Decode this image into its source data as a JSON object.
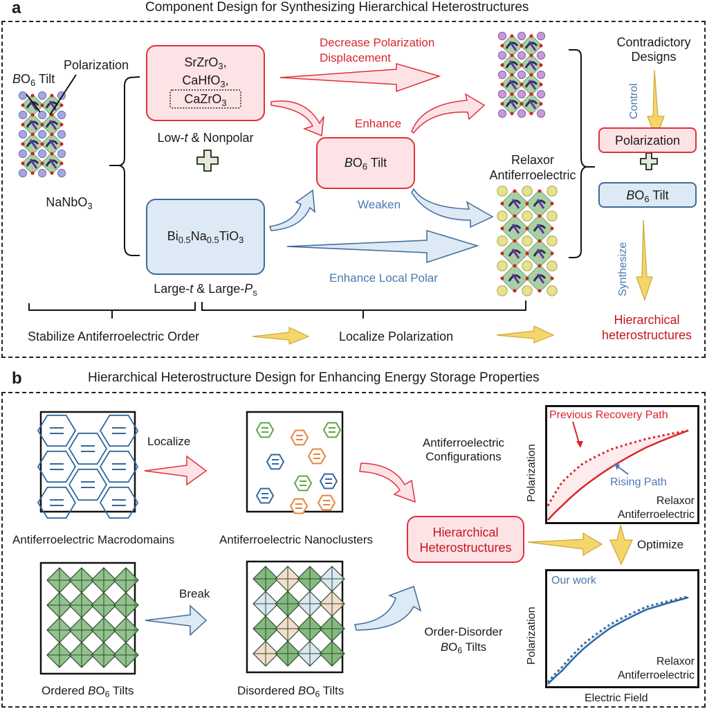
{
  "panel_a": {
    "letter": "a",
    "title": "Component Design for Synthesizing Hierarchical Heterostructures",
    "crystal_left": {
      "label_polarization": "Polarization",
      "label_bo6_tilt_B": "B",
      "label_bo6_tilt_O": "O",
      "label_bo6_tilt_sub": "6",
      "label_bo6_tilt_rest": " Tilt",
      "compound_main": "NaNbO",
      "compound_sub": "3"
    },
    "red_box": {
      "line1_main": "SrZrO",
      "line1_sub": "3",
      "line1_suffix": ",",
      "line2_main": "CaHfO",
      "line2_sub": "3",
      "line2_suffix": ",",
      "line3_main": "CaZrO",
      "line3_sub": "3",
      "caption_pre": "Low-",
      "caption_t": "t",
      "caption_post": " & Nonpolar"
    },
    "plus_symbol": "✚",
    "blue_box": {
      "p1": "Bi",
      "s1": "0.5",
      "p2": "Na",
      "s2": "0.5",
      "p3": "TiO",
      "s3": "3",
      "caption_pre": "Large-",
      "caption_t": "t",
      "caption_mid": " & Large-",
      "caption_P": "P",
      "caption_sub": "s"
    },
    "arrow_labels": {
      "decrease_line1": "Decrease Polarization",
      "decrease_line2": "Displacement",
      "enhance": "Enhance",
      "weaken": "Weaken",
      "enhance_local_polar": "Enhance Local Polar"
    },
    "center_box": {
      "B": "B",
      "O": "O",
      "sub": "6",
      "rest": " Tilt"
    },
    "relaxor_label_line1": "Relaxor",
    "relaxor_label_line2": "Antiferroelectric",
    "right_column": {
      "contradictory_line1": "Contradictory",
      "contradictory_line2": "Designs",
      "control": "Control",
      "polarization": "Polarization",
      "bo6_B": "B",
      "bo6_O": "O",
      "bo6_sub": "6",
      "bo6_rest": " Tilt",
      "synthesize": "Synthesize",
      "result_line1": "Hierarchical",
      "result_line2": "heterostructures"
    },
    "bottom_row": {
      "stabilize": "Stabilize Antiferroelectric Order",
      "localize": "Localize Polarization"
    }
  },
  "panel_b": {
    "letter": "b",
    "title": "Hierarchical Heterostructure Design for Enhancing Energy Storage Properties",
    "macrodomains_label": "Antiferroelectric Macrodomains",
    "localize_label": "Localize",
    "nanoclusters_label": "Antiferroelectric Nanoclusters",
    "configurations_line1": "Antiferroelectric",
    "configurations_line2": "Configurations",
    "hier_box_line1": "Hierarchical",
    "hier_box_line2": "Heterostructures",
    "ordered_label": {
      "pre": "Ordered ",
      "B": "B",
      "O": "O",
      "sub": "6",
      "post": " Tilts"
    },
    "break_label": "Break",
    "disordered_label": {
      "pre": "Disordered ",
      "B": "B",
      "O": "O",
      "sub": "6",
      "post": " Tilts"
    },
    "order_disorder_line1": "Order-Disorder",
    "order_disorder_line2": {
      "B": "B",
      "O": "O",
      "sub": "6",
      "post": " Tilts"
    },
    "optimize_label": "Optimize",
    "plot_top": {
      "title": "Previous Recovery Path",
      "rising": "Rising Path",
      "ylabel": "Polarization",
      "corner_line1": "Relaxor",
      "corner_line2": "Antiferroelectric"
    },
    "plot_bottom": {
      "title": "Our work",
      "ylabel": "Polarization",
      "xlabel": "Electric Field",
      "corner_line1": "Relaxor",
      "corner_line2": "Antiferroelectric"
    }
  },
  "colors": {
    "red": "#d9252b",
    "red_fill": "#fde3e6",
    "blue": "#4a78b0",
    "blue_fill": "#dde9f5",
    "yellow_arrow": "#f6d56a",
    "green_octahedra": "#7fb77a",
    "orange_cluster": "#e8823a",
    "green_cluster": "#5fa545",
    "blue_cluster": "#2f679e"
  },
  "chart_data": [
    {
      "type": "line",
      "title": "Previous Recovery Path",
      "xlabel": "",
      "ylabel": "Polarization",
      "series": [
        {
          "name": "Previous Recovery Path (dotted)",
          "x": [
            0,
            0.1,
            0.25,
            0.45,
            0.7,
            1.0
          ],
          "y": [
            0.15,
            0.4,
            0.6,
            0.75,
            0.86,
            0.95
          ]
        },
        {
          "name": "Rising Path (solid)",
          "x": [
            0,
            0.1,
            0.25,
            0.45,
            0.7,
            1.0
          ],
          "y": [
            0,
            0.15,
            0.35,
            0.56,
            0.77,
            0.95
          ]
        }
      ],
      "annotations": [
        "Relaxor Antiferroelectric"
      ],
      "xlim": [
        0,
        1
      ],
      "ylim": [
        0,
        1
      ]
    },
    {
      "type": "line",
      "title": "Our work",
      "xlabel": "Electric Field",
      "ylabel": "Polarization",
      "series": [
        {
          "name": "Recovery (dotted)",
          "x": [
            0,
            0.1,
            0.25,
            0.45,
            0.7,
            1.0
          ],
          "y": [
            0.02,
            0.18,
            0.42,
            0.64,
            0.82,
            0.93
          ]
        },
        {
          "name": "Rising (solid)",
          "x": [
            0,
            0.1,
            0.25,
            0.45,
            0.7,
            1.0
          ],
          "y": [
            0,
            0.14,
            0.37,
            0.6,
            0.79,
            0.92
          ]
        }
      ],
      "annotations": [
        "Relaxor Antiferroelectric"
      ],
      "xlim": [
        0,
        1
      ],
      "ylim": [
        0,
        1
      ]
    }
  ]
}
